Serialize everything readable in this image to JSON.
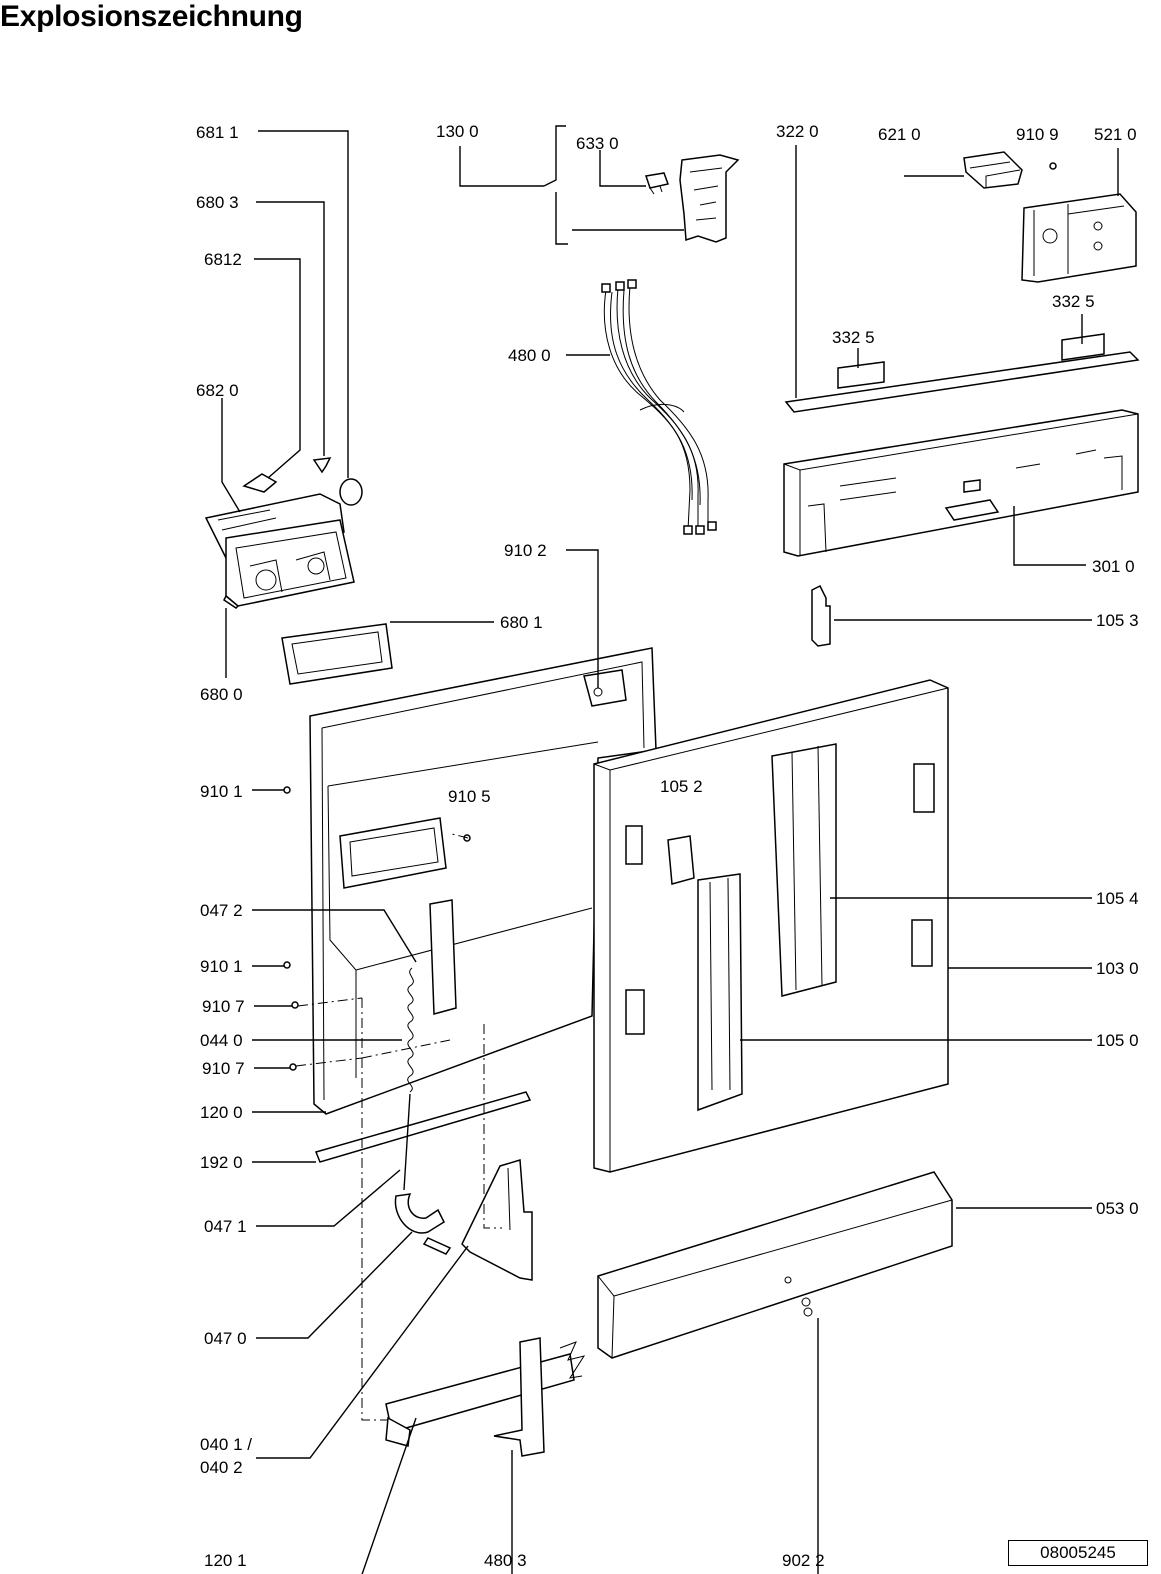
{
  "title": "Explosionszeichnung",
  "drawing_number": "08005245",
  "labels": {
    "l6811": "681 1",
    "l6803": "680 3",
    "l6812": "6812",
    "l6820": "682 0",
    "l6800": "680 0",
    "l6801": "680 1",
    "l1300": "130 0",
    "l6330": "633 0",
    "l4800": "480 0",
    "l3220": "322  0",
    "l6210": "621 0",
    "l9109": "910 9",
    "l5210": "521 0",
    "l3325a": "332  5",
    "l3325b": "332  5",
    "l3010": "301 0",
    "l1053": "105 3",
    "l9102": "910 2",
    "l9101a": "910 1",
    "l9105": "910 5",
    "l1052": "105 2",
    "l1054": "105 4",
    "l1030": "103 0",
    "l0472": "047 2",
    "l9101b": "910 1",
    "l9107a": "910 7",
    "l0440": "044 0",
    "l9107b": "910 7",
    "l1050": "105 0",
    "l1200": "120 0",
    "l1920": "192 0",
    "l0471": "047 1",
    "l0530": "053 0",
    "l0470": "047 0",
    "l0401": "040 1 /",
    "l0402": "040 2",
    "l1201": "120 1",
    "l4803": "480 3",
    "l9022": "902 2"
  }
}
